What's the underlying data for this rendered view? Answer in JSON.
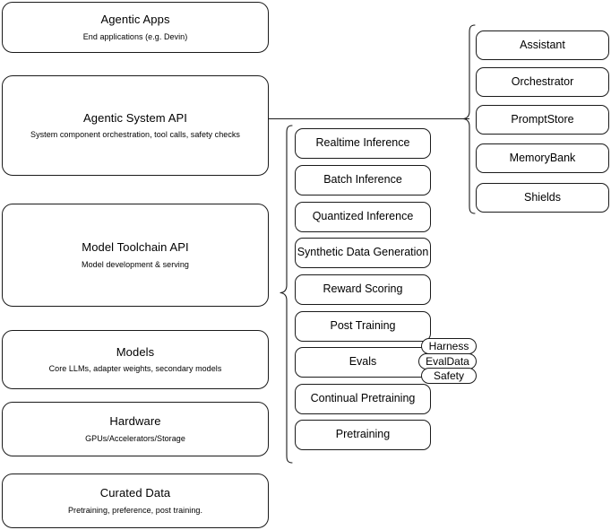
{
  "diagram": {
    "title": "Agentic AI stack layers and capabilities",
    "colors": {
      "stroke": "#1a1a1a",
      "background": "#ffffff",
      "text": "#000000"
    }
  },
  "stack_layers": [
    {
      "title": "Agentic Apps",
      "subtitle": "End applications (e.g. Devin)"
    },
    {
      "title": "Agentic System API",
      "subtitle": "System component orchestration, tool calls, safety checks"
    },
    {
      "title": "Model Toolchain API",
      "subtitle": "Model development & serving"
    },
    {
      "title": "Models",
      "subtitle": "Core LLMs, adapter weights, secondary models"
    },
    {
      "title": "Hardware",
      "subtitle": "GPUs/Accelerators/Storage"
    },
    {
      "title": "Curated Data",
      "subtitle": "Pretraining, preference, post training."
    }
  ],
  "agentic_system_components": [
    {
      "label": "Assistant"
    },
    {
      "label": "Orchestrator"
    },
    {
      "label": "PromptStore"
    },
    {
      "label": "MemoryBank"
    },
    {
      "label": "Shields"
    }
  ],
  "model_toolchain_components": [
    {
      "label": "Realtime Inference"
    },
    {
      "label": "Batch Inference"
    },
    {
      "label": "Quantized Inference"
    },
    {
      "label": "Synthetic Data Generation"
    },
    {
      "label": "Reward Scoring"
    },
    {
      "label": "Post Training"
    },
    {
      "label": "Evals"
    },
    {
      "label": "Continual Pretraining"
    },
    {
      "label": "Pretraining"
    }
  ],
  "evals_subcomponents": [
    {
      "label": "Harness"
    },
    {
      "label": "EvalData"
    },
    {
      "label": "Safety"
    }
  ]
}
